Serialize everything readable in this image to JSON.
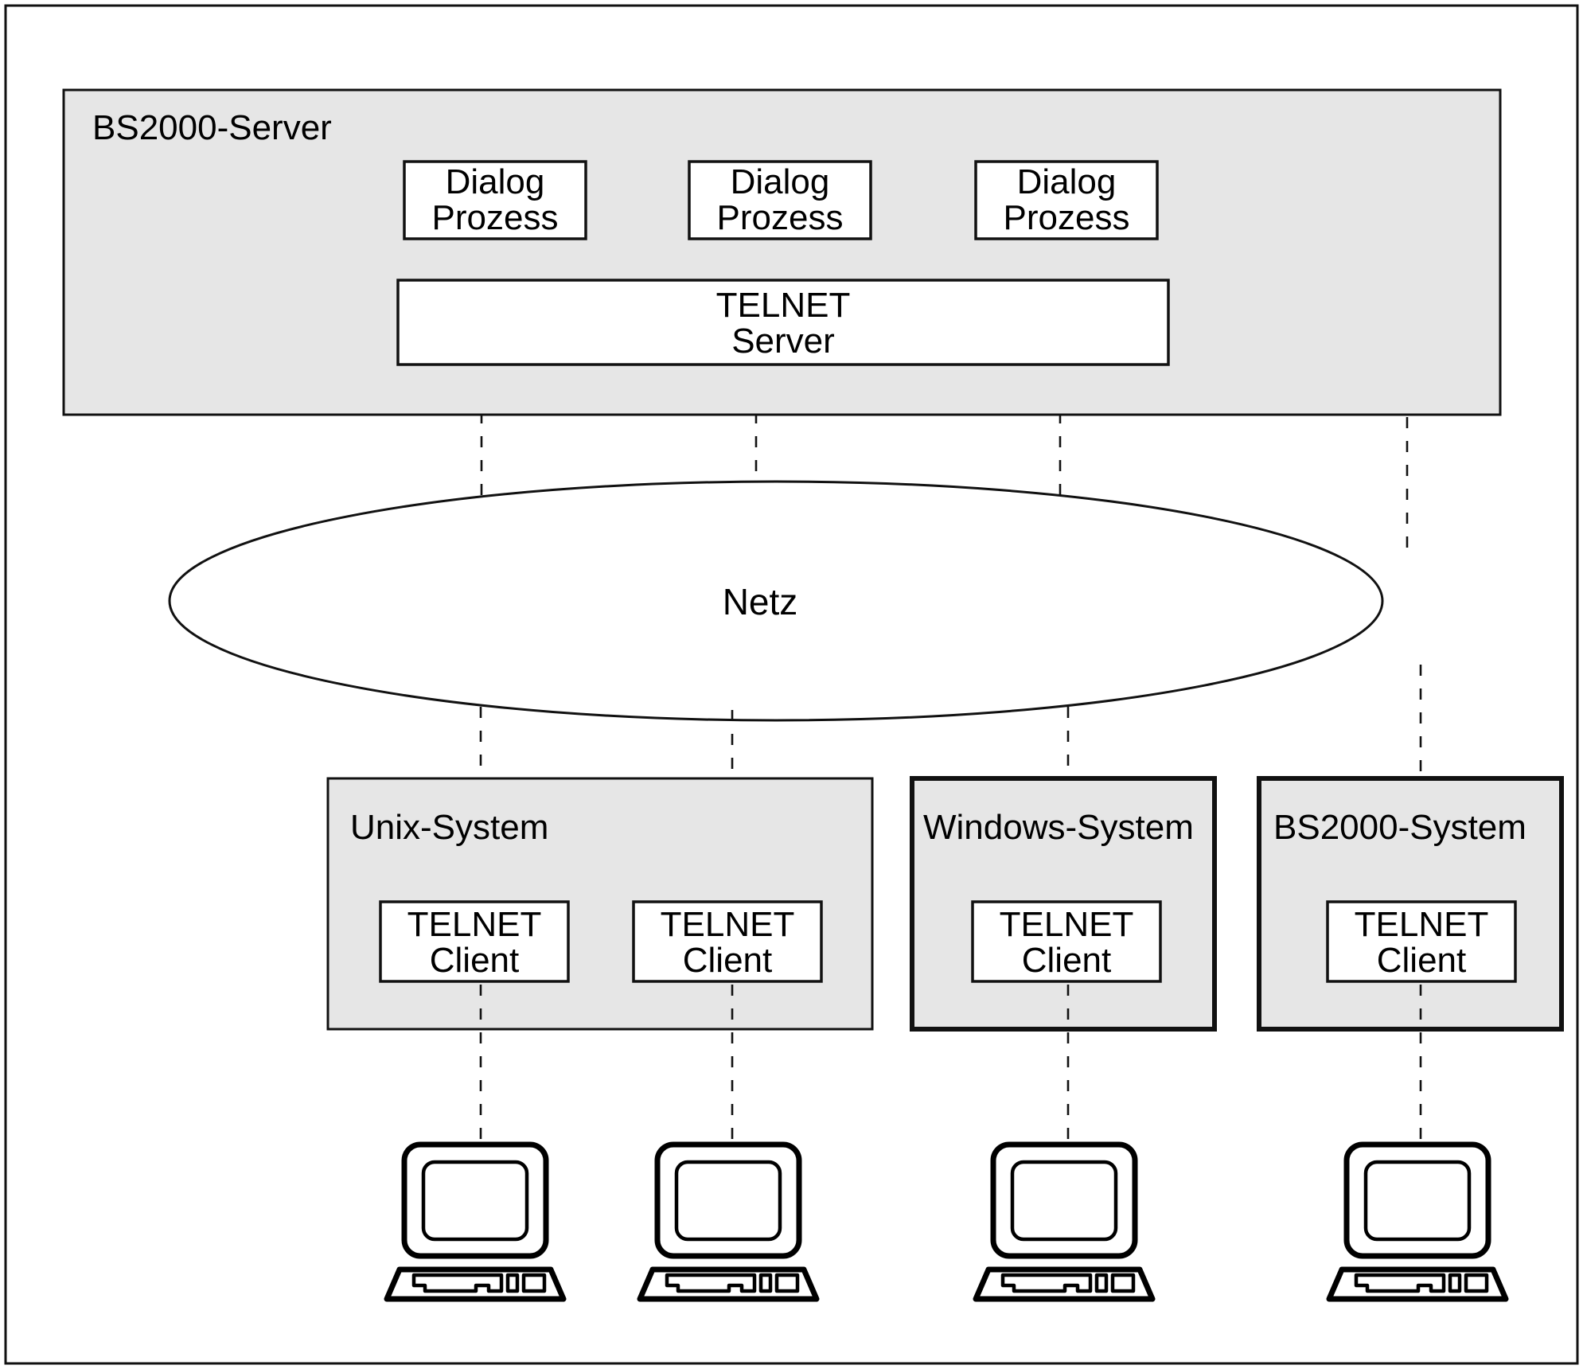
{
  "diagram": {
    "title_text": "",
    "server_zone": {
      "label": "BS2000-Server",
      "processes": [
        {
          "line1": "Dialog",
          "line2": "Prozess"
        },
        {
          "line1": "Dialog",
          "line2": "Prozess"
        },
        {
          "line1": "Dialog",
          "line2": "Prozess"
        }
      ],
      "telnet_server": {
        "line1": "TELNET",
        "line2": "Server"
      }
    },
    "network": {
      "label": "Netz",
      "shape": "ellipse"
    },
    "client_zones": [
      {
        "label": "Unix-System",
        "border": "thin",
        "clients": [
          {
            "line1": "TELNET",
            "line2": "Client"
          },
          {
            "line1": "TELNET",
            "line2": "Client"
          }
        ]
      },
      {
        "label": "Windows-System",
        "border": "thick",
        "clients": [
          {
            "line1": "TELNET",
            "line2": "Client"
          }
        ]
      },
      {
        "label": "BS2000-System",
        "border": "thick",
        "clients": [
          {
            "line1": "TELNET",
            "line2": "Client"
          }
        ]
      }
    ],
    "terminals": [
      {
        "name": "terminal-1"
      },
      {
        "name": "terminal-2"
      },
      {
        "name": "terminal-3"
      },
      {
        "name": "terminal-4"
      }
    ],
    "colors": {
      "zone_fill": "#e6e6e6",
      "node_fill": "#ffffff",
      "stroke": "#111111",
      "page_background": "#ffffff"
    }
  }
}
